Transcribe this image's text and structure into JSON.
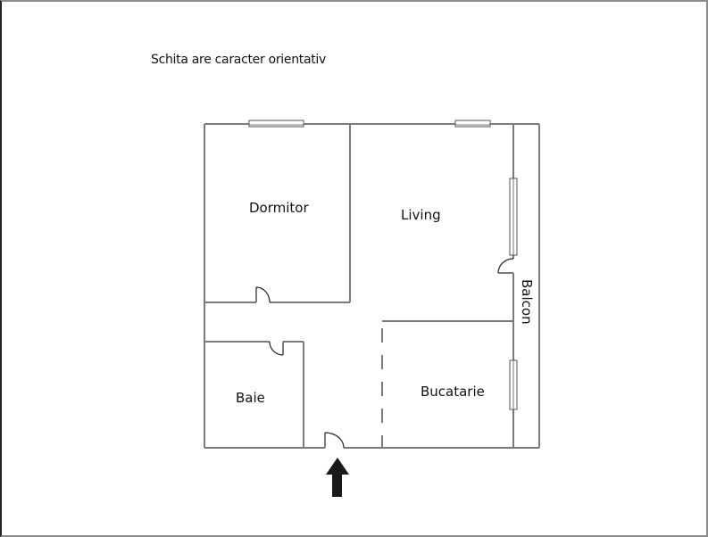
{
  "note": "Schita are caracter orientativ",
  "rooms": {
    "dormitor": "Dormitor",
    "living": "Living",
    "baie": "Baie",
    "bucatarie": "Bucatarie",
    "balcon": "Balcon"
  },
  "colors": {
    "wall": "#7a7a7a",
    "door_swing": "#222222",
    "arrow": "#1a1a1a",
    "text": "#111111"
  },
  "entrance_indicator": "arrow-up-icon"
}
